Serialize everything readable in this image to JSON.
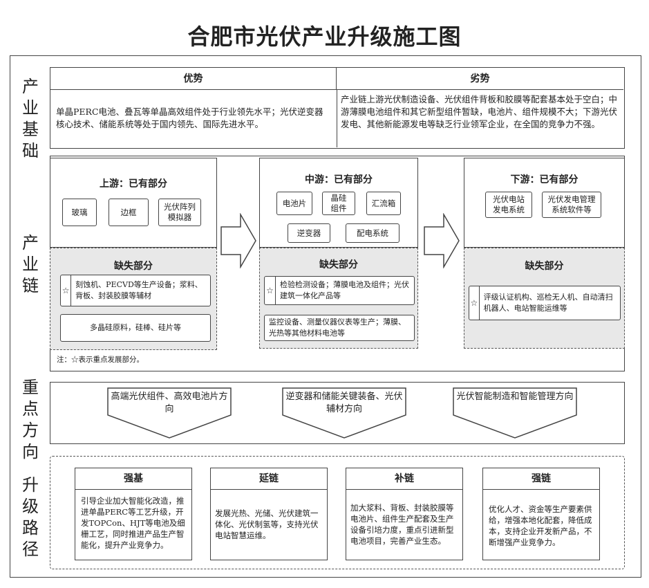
{
  "title": "合肥市光伏产业升级施工图",
  "side_labels": {
    "foundation": "产业基础",
    "chain": "产业链",
    "focus": "重点方向",
    "path": "升级路径"
  },
  "foundation": {
    "advantage_header": "优势",
    "advantage_text": "单晶PERC电池、叠瓦等单晶高效组件处于行业领先水平；光伏逆变器核心技术、储能系统等处于国内领先、国际先进水平。",
    "disadvantage_header": "劣势",
    "disadvantage_text": "产业链上游光伏制造设备、光伏组件背板和胶膜等配套基本处于空白；中游薄膜电池组件和其它新型组件暂缺，电池片、组件规模不大；下游光伏发电、其他新能源发电等缺乏行业领军企业，在全国的竞争力不强。"
  },
  "chain": {
    "upstream": {
      "title": "上游：已有部分",
      "items": [
        "玻璃",
        "边框",
        "光伏阵列\n模拟器"
      ],
      "missing_title": "缺失部分",
      "missing": [
        {
          "star": "☆",
          "text": "刻蚀机、PECVD等生产设备；浆料、背板、封装胶膜等辅材"
        },
        {
          "star": "",
          "text": "多晶硅原料，硅棒、硅片等"
        }
      ]
    },
    "midstream": {
      "title": "中游：已有部分",
      "items": [
        "电池片",
        "晶硅\n组件",
        "汇流箱",
        "逆变器",
        "配电系统"
      ],
      "missing_title": "缺失部分",
      "missing": [
        {
          "star": "☆",
          "text": "检验检测设备；薄膜电池及组件；光伏建筑一体化产品等"
        },
        {
          "star": "",
          "text": "监控设备、测量仪器仪表等生产；薄膜、光热等其他材料电池等"
        }
      ]
    },
    "downstream": {
      "title": "下游：已有部分",
      "items": [
        "光伏电站\n发电系统",
        "光伏发电管理\n系统软件等"
      ],
      "missing_title": "缺失部分",
      "missing": [
        {
          "star": "☆",
          "text": "评级认证机构、巡检无人机、自动清扫机器人、电站智能运维等"
        }
      ]
    },
    "note": "注：☆表示重点发展部分。"
  },
  "focus": [
    "高端光伏组件、高效电池片方向",
    "逆变器和储能关键装备、光伏辅材方向",
    "光伏智能制造和智能管理方向"
  ],
  "paths": [
    {
      "header": "强基",
      "text": "引导企业加大智能化改造，推进单晶PERC等工艺升级，开发TOPCon、HJT等电池及细栅工艺，同时推进产品生产智能化，提升产业竞争力。"
    },
    {
      "header": "延链",
      "text": "发展光热、光储、光伏建筑一体化、光伏制氢等，支持光伏电站智慧运维。"
    },
    {
      "header": "补链",
      "text": "加大浆料、背板、封装胶膜等电池片、组件生产配套及生产设备引培力度，重点引进新型电池项目，完善产业生态。"
    },
    {
      "header": "强链",
      "text": "优化人才、资金等生产要素供给，增强本地化配套，降低成本，支持企业开发新产品，不断增强产业竞争力。"
    }
  ]
}
